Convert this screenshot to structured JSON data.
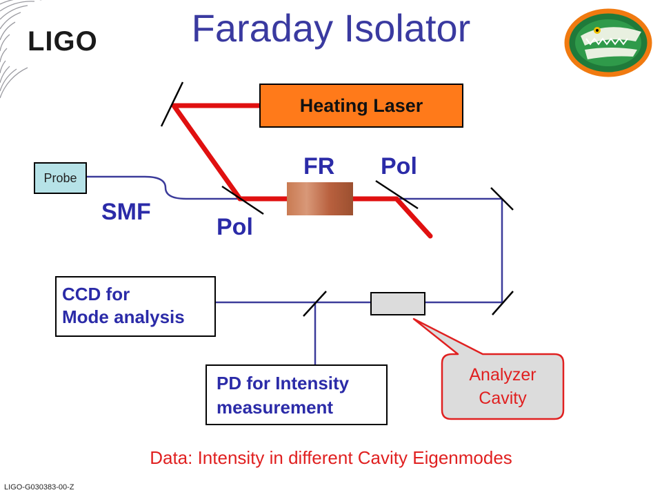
{
  "title": "Faraday Isolator",
  "logo_left": "LIGO",
  "logo_right": "gator-mascot-logo",
  "components": {
    "heating_laser": "Heating Laser",
    "probe": "Probe",
    "smf": "SMF",
    "fr": "FR",
    "pol_top": "Pol",
    "pol_bottom": "Pol",
    "ccd": [
      "CCD for",
      "Mode analysis"
    ],
    "pd": [
      "PD for Intensity",
      "measurement"
    ],
    "callout": [
      "Analyzer",
      "Cavity"
    ]
  },
  "footer": "Data: Intensity in different Cavity Eigenmodes",
  "doc_id": "LIGO-G030383-00-Z",
  "colors": {
    "title": "#3a3aa0",
    "beam_probe": "#3b3b9a",
    "beam_laser": "#e01010",
    "heating_laser_fill": "#ff7a1a",
    "probe_fill": "#b6e2e7",
    "callout": "#e02020",
    "label": "#2b2ba8"
  }
}
